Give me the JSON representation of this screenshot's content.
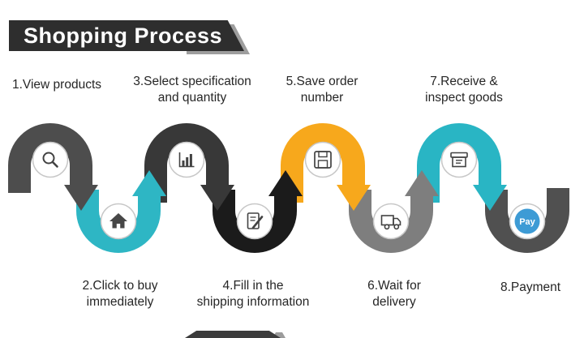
{
  "title": {
    "text": "Shopping Process"
  },
  "steps": [
    {
      "label_lines": [
        "1.View products"
      ],
      "color": "#4d4d4d",
      "icon": "search-icon",
      "label_position": "top"
    },
    {
      "label_lines": [
        "2.Click to buy",
        "immediately"
      ],
      "color": "#2eb6c4",
      "icon": "home-icon",
      "label_position": "bottom"
    },
    {
      "label_lines": [
        "3.Select specification",
        "and quantity"
      ],
      "color": "#383838",
      "icon": "bar-chart-icon",
      "label_position": "top"
    },
    {
      "label_lines": [
        "4.Fill in the",
        "shipping information"
      ],
      "color": "#1b1b1b",
      "icon": "edit-document-icon",
      "label_position": "bottom"
    },
    {
      "label_lines": [
        "5.Save order",
        "number"
      ],
      "color": "#f7a81c",
      "icon": "save-icon",
      "label_position": "top"
    },
    {
      "label_lines": [
        "6.Wait for",
        "delivery"
      ],
      "color": "#7e7e7e",
      "icon": "truck-icon",
      "label_position": "bottom"
    },
    {
      "label_lines": [
        "7.Receive &",
        "inspect goods"
      ],
      "color": "#29b5c4",
      "icon": "box-icon",
      "label_position": "top"
    },
    {
      "label_lines": [
        "8.Payment"
      ],
      "color": "#505050",
      "icon": "pay-icon",
      "label_position": "bottom",
      "pay": {
        "text": "Pay",
        "color": "#3d9bd5"
      }
    }
  ]
}
